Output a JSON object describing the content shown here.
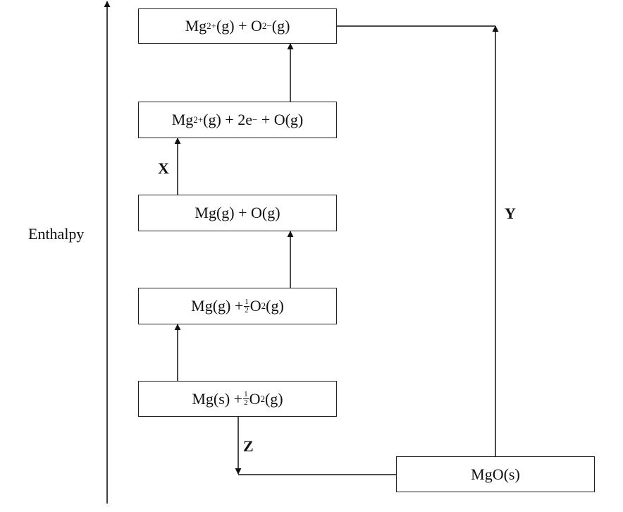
{
  "axis": {
    "label": "Enthalpy"
  },
  "boxes": {
    "box1": {
      "a": "Mg",
      "a_sup": "2+",
      "b": "(g) + O",
      "b_sup": "2−",
      "c": "(g)"
    },
    "box2": {
      "a": "Mg",
      "a_sup": "2+",
      "b": "(g) + 2e",
      "b_sup": "−",
      "c": " + O(g)"
    },
    "box3": {
      "text": "Mg(g) + O(g)"
    },
    "box4": {
      "pre": "Mg(g) +",
      "frac_num": "1",
      "frac_den": "2",
      "o": "O",
      "o_sub": "2",
      "post": "(g)"
    },
    "box5": {
      "pre": "Mg(s) +",
      "frac_num": "1",
      "frac_den": "2",
      "o": "O",
      "o_sub": "2",
      "post": "(g)"
    },
    "box6": {
      "text": "MgO(s)"
    }
  },
  "step_labels": {
    "x": "X",
    "y": "Y",
    "z": "Z"
  }
}
